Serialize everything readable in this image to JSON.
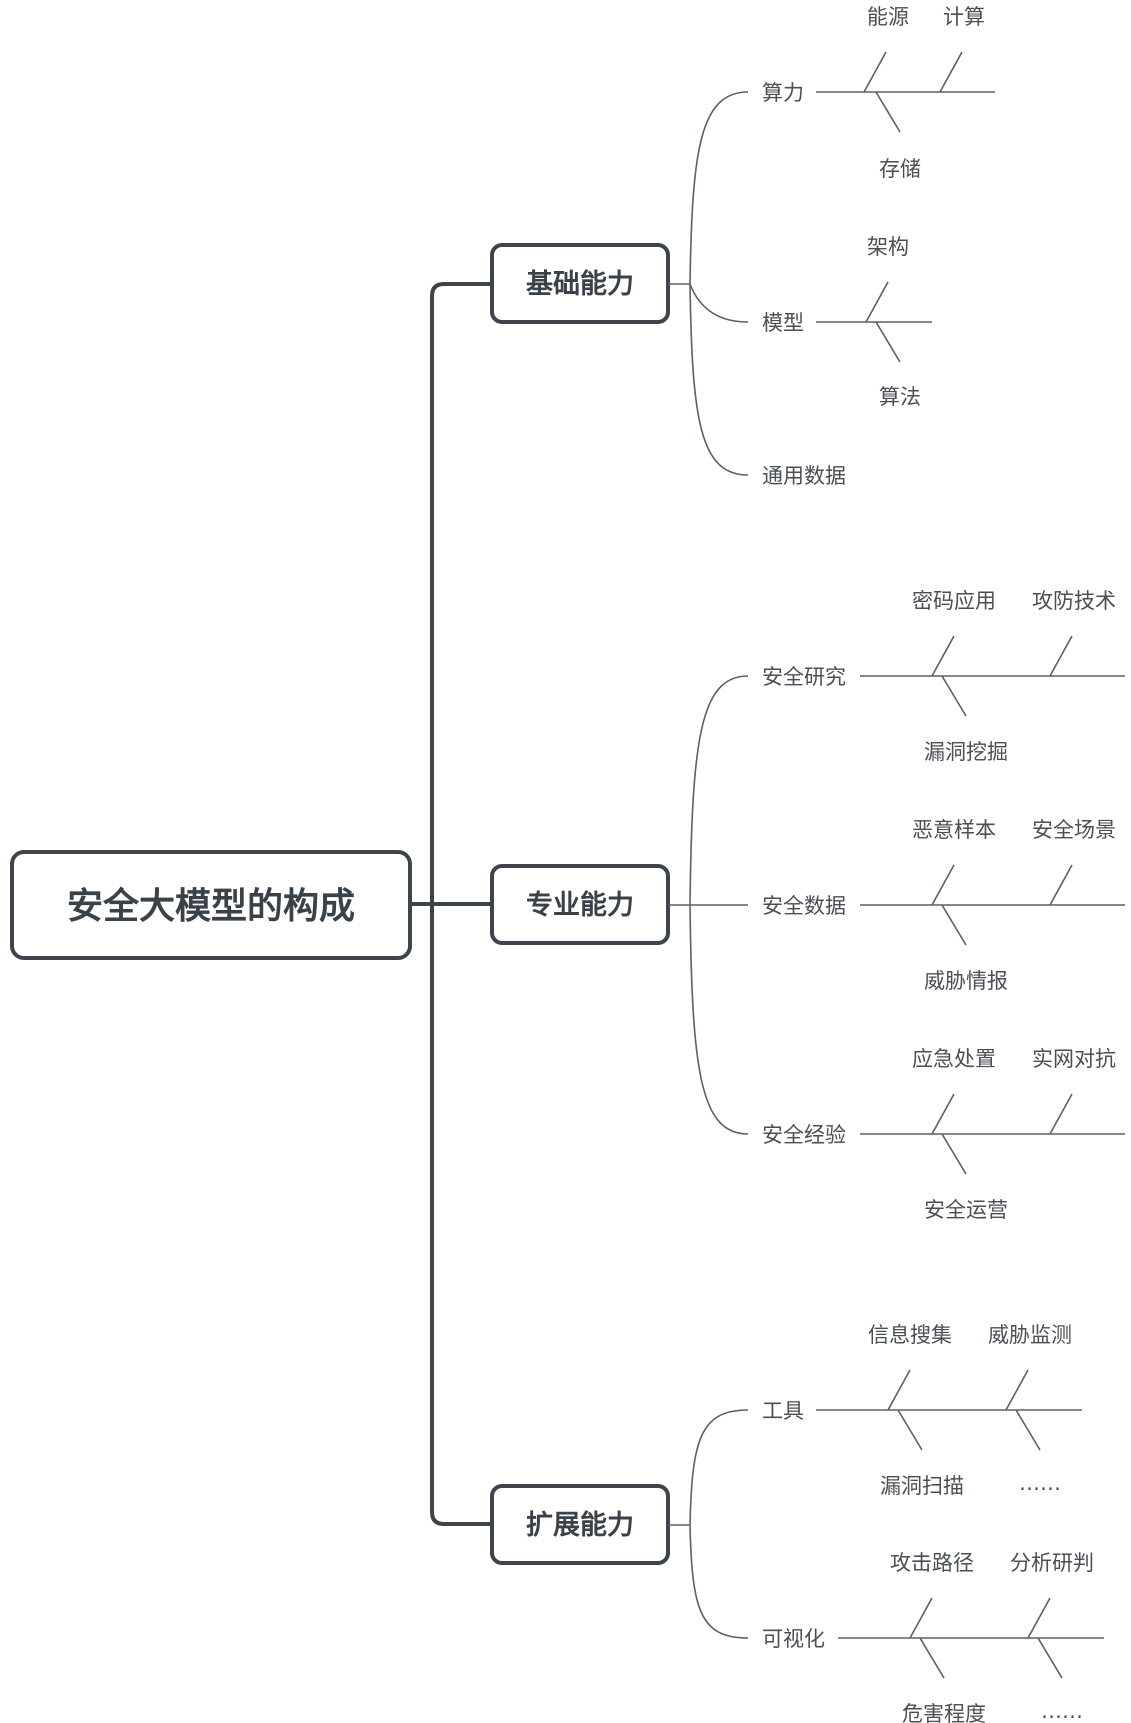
{
  "root": "安全大模型的构成",
  "branches": [
    {
      "label": "基础能力",
      "children": [
        {
          "label": "算力",
          "leaves": [
            "能源",
            "计算",
            "存储"
          ]
        },
        {
          "label": "模型",
          "leaves": [
            "架构",
            "算法"
          ]
        },
        {
          "label": "通用数据",
          "leaves": []
        }
      ]
    },
    {
      "label": "专业能力",
      "children": [
        {
          "label": "安全研究",
          "leaves": [
            "密码应用",
            "攻防技术",
            "漏洞挖掘"
          ]
        },
        {
          "label": "安全数据",
          "leaves": [
            "恶意样本",
            "安全场景",
            "威胁情报"
          ]
        },
        {
          "label": "安全经验",
          "leaves": [
            "应急处置",
            "实网对抗",
            "安全运营"
          ]
        }
      ]
    },
    {
      "label": "扩展能力",
      "children": [
        {
          "label": "工具",
          "leaves": [
            "信息搜集",
            "威胁监测",
            "漏洞扫描",
            "……"
          ]
        },
        {
          "label": "可视化",
          "leaves": [
            "攻击路径",
            "分析研判",
            "危害程度",
            "……"
          ]
        }
      ]
    }
  ]
}
